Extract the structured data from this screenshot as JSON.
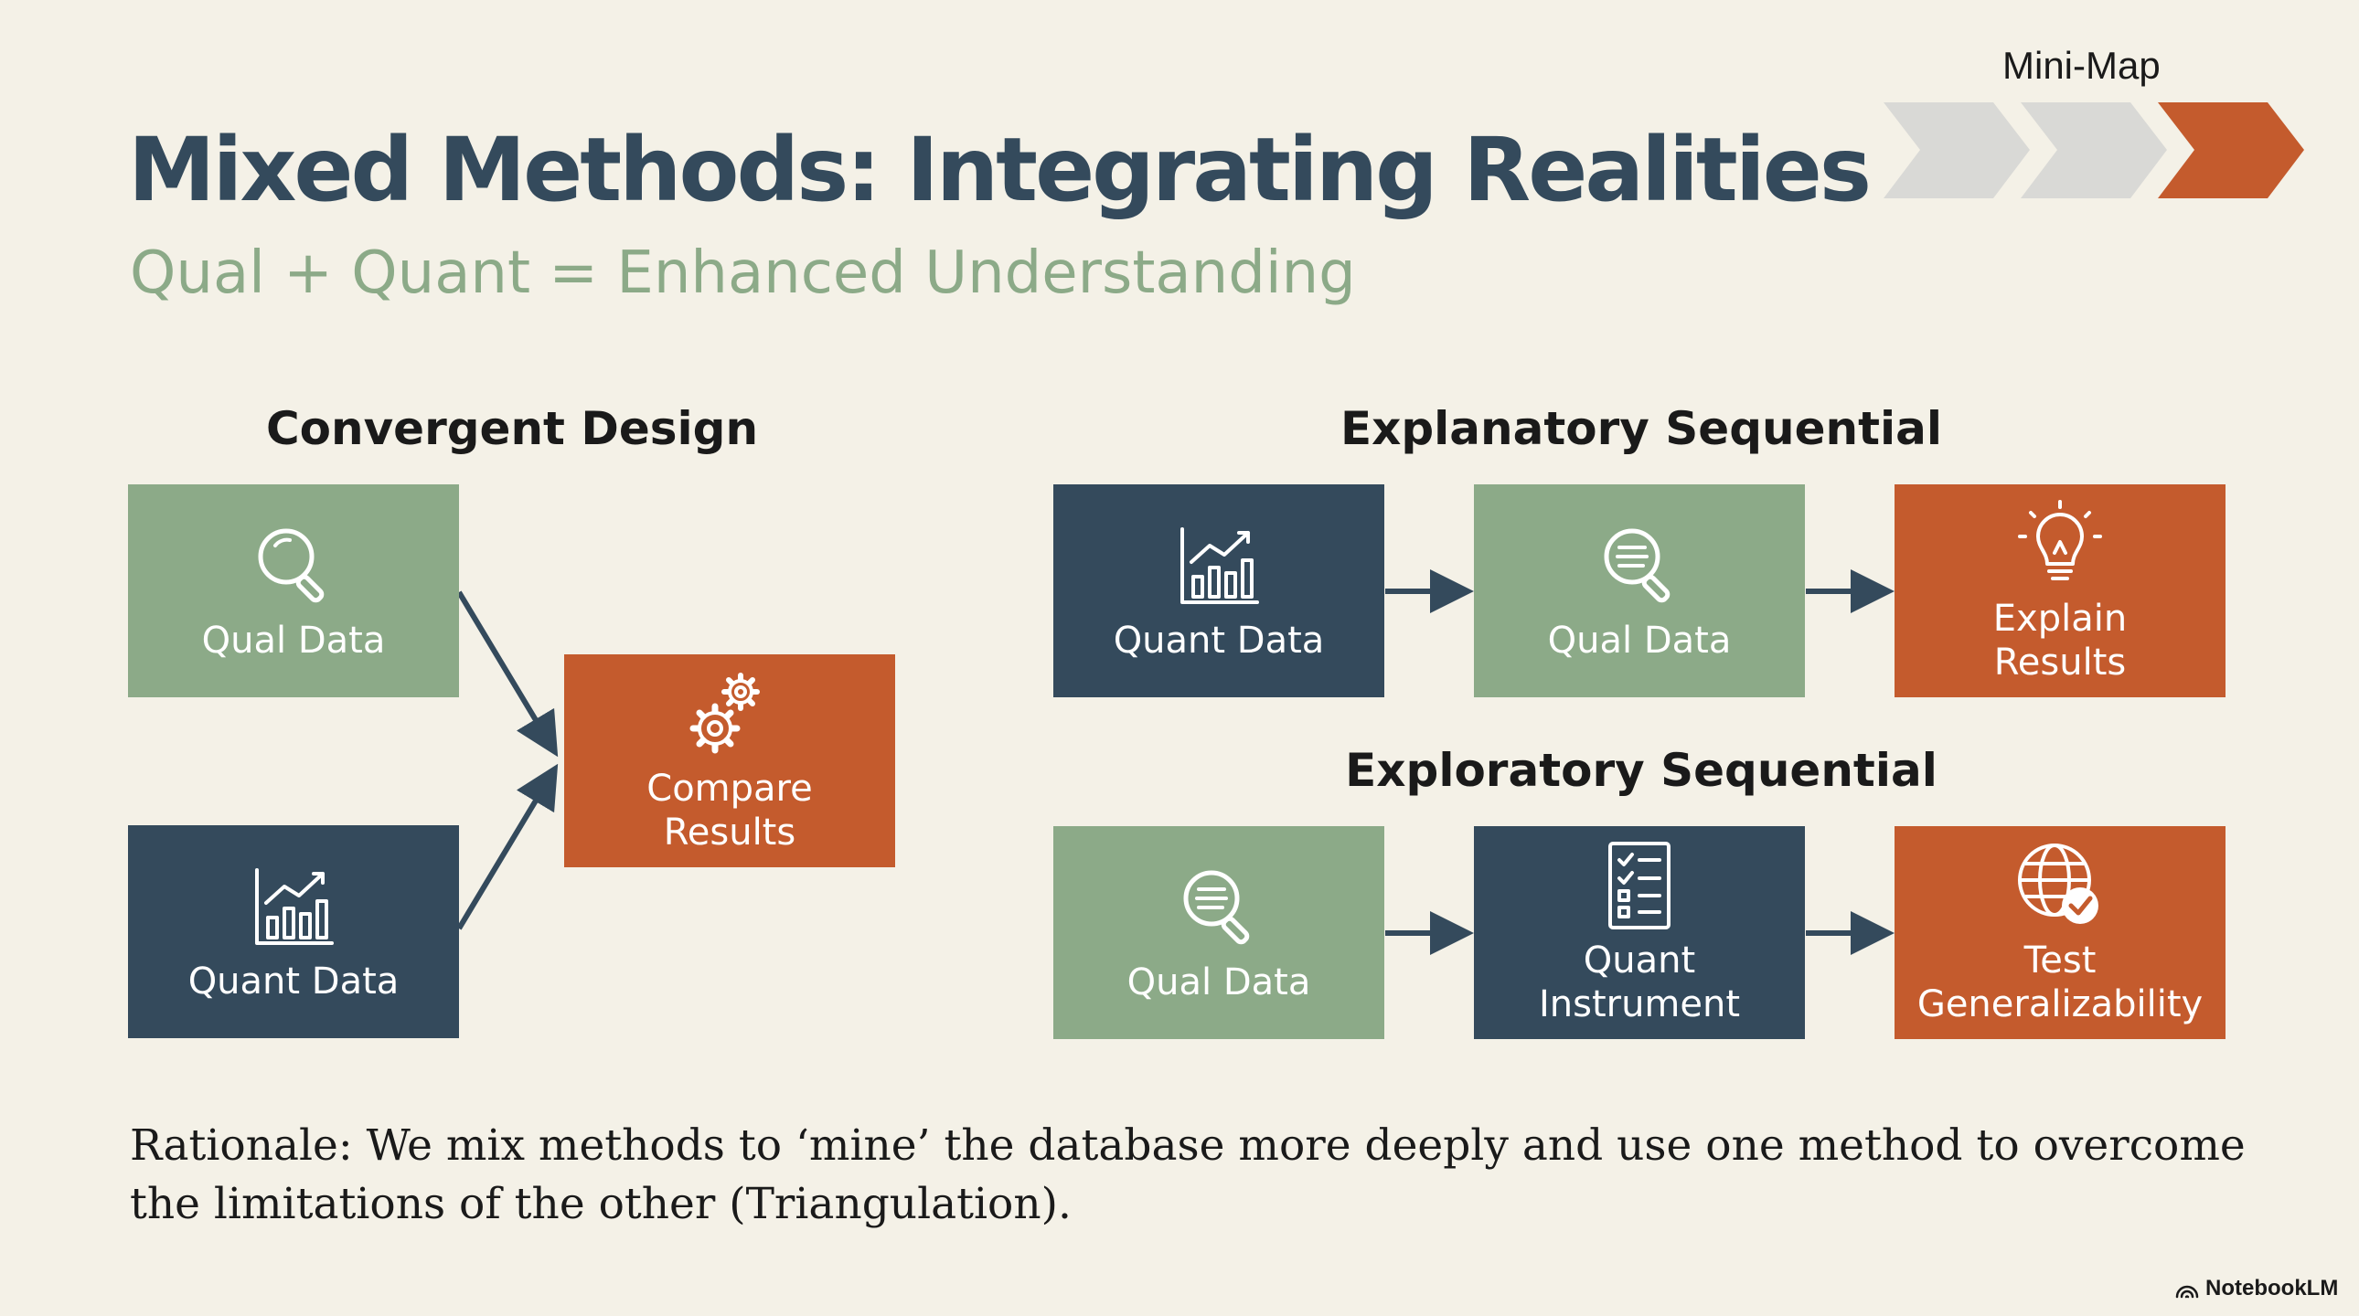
{
  "header": {
    "title": "Mixed Methods: Integrating Realities",
    "subtitle": "Qual + Quant = Enhanced Understanding"
  },
  "minimap": {
    "label": "Mini-Map",
    "steps": 3,
    "active_step": 3,
    "colors": {
      "inactive": "#D9D9D6",
      "active": "#C45B2D"
    }
  },
  "convergent": {
    "title": "Convergent Design",
    "qual": {
      "label": "Qual Data",
      "icon": "magnifier-icon"
    },
    "quant": {
      "label": "Quant Data",
      "icon": "bar-chart-icon"
    },
    "compare": {
      "label": "Compare\nResults",
      "icon": "gears-icon"
    }
  },
  "explanatory": {
    "title": "Explanatory Sequential",
    "steps": [
      {
        "label": "Quant Data",
        "icon": "bar-chart-icon"
      },
      {
        "label": "Qual Data",
        "icon": "document-search-icon"
      },
      {
        "label": "Explain\nResults",
        "icon": "lightbulb-icon"
      }
    ]
  },
  "exploratory": {
    "title": "Exploratory Sequential",
    "steps": [
      {
        "label": "Qual Data",
        "icon": "document-search-icon"
      },
      {
        "label": "Quant\nInstrument",
        "icon": "checklist-icon"
      },
      {
        "label": "Test\nGeneralizability",
        "icon": "globe-check-icon"
      }
    ]
  },
  "rationale": "Rationale: We mix methods to ‘mine’ the database more deeply and use one method to overcome the limitations of the other (Triangulation).",
  "brand": "NotebookLM",
  "colors": {
    "background": "#F4F1E7",
    "navy": "#344A5C",
    "green": "#8CAA88",
    "orange": "#C45B2D"
  }
}
